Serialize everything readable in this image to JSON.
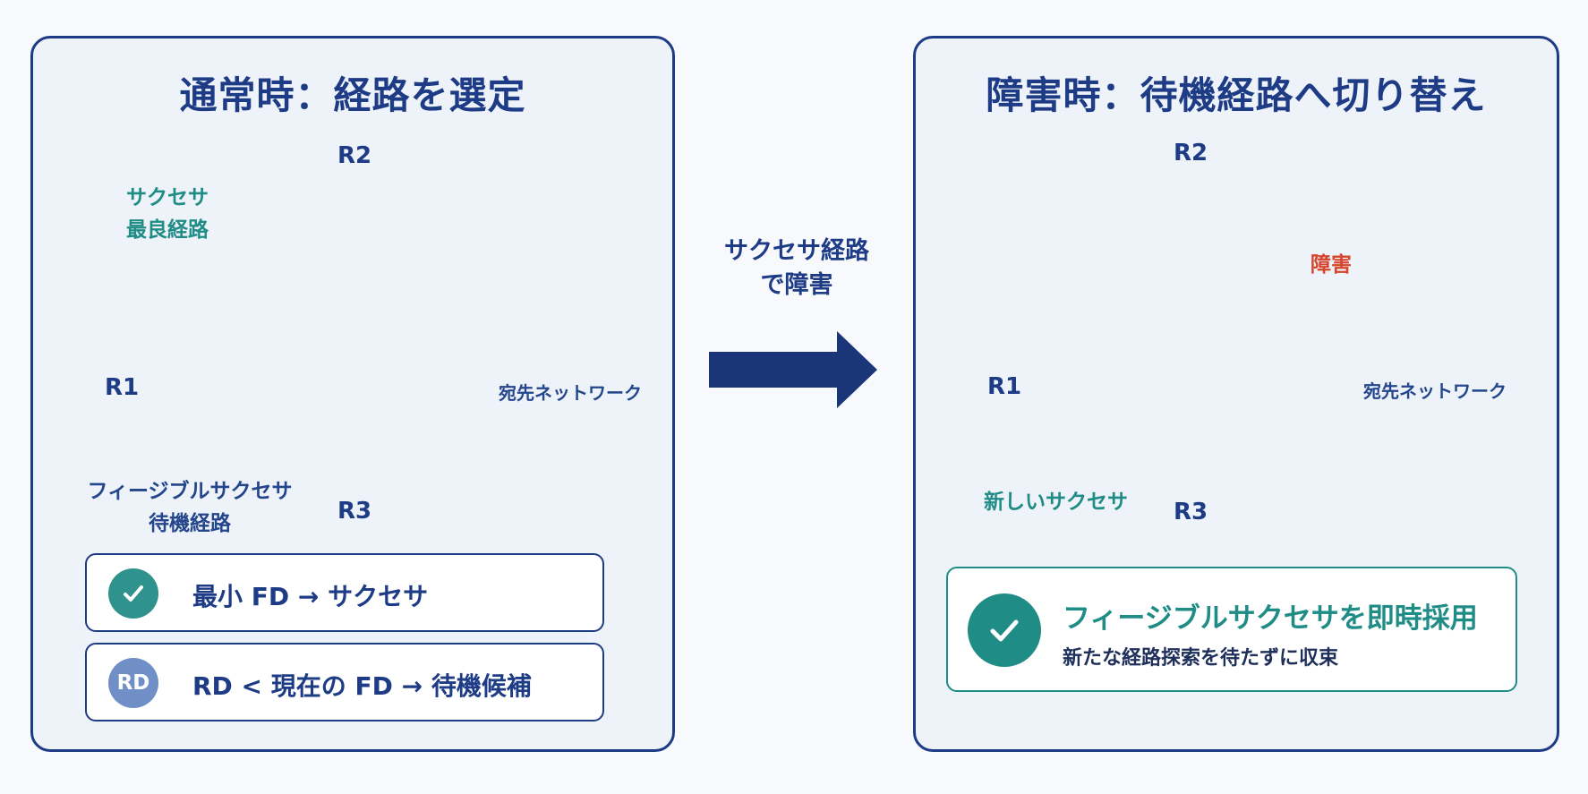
{
  "left_panel": {
    "title": "通常時：経路を選定",
    "routers": {
      "r1": "R1",
      "r2": "R2",
      "r3": "R3"
    },
    "successor_label": [
      "サクセサ",
      "最良経路"
    ],
    "feasible_label": [
      "フィージブルサクセサ",
      "待機経路"
    ],
    "destination": "宛先ネットワーク",
    "rule1": {
      "icon": "check-icon",
      "text": "最小 FD → サクセサ"
    },
    "rule2": {
      "badge": "RD",
      "text": "RD < 現在の FD → 待機候補"
    }
  },
  "middle": {
    "label": [
      "サクセサ経路",
      "で障害"
    ]
  },
  "right_panel": {
    "title": "障害時：待機経路へ切り替え",
    "routers": {
      "r1": "R1",
      "r2": "R2",
      "r3": "R3"
    },
    "failure_label": "障害",
    "new_successor_label": "新しいサクセサ",
    "destination": "宛先ネットワーク",
    "result": {
      "icon": "check-icon",
      "headline": "フィージブルサクセサを即時採用",
      "detail": "新たな経路探索を待たずに収束"
    }
  },
  "colors": {
    "navy": "#1e3c86",
    "teal": "#1f8c86",
    "light_blue": "#7f9fd1",
    "gray_dashed": "#a3a7ad",
    "failure_red": "#e2512f"
  }
}
